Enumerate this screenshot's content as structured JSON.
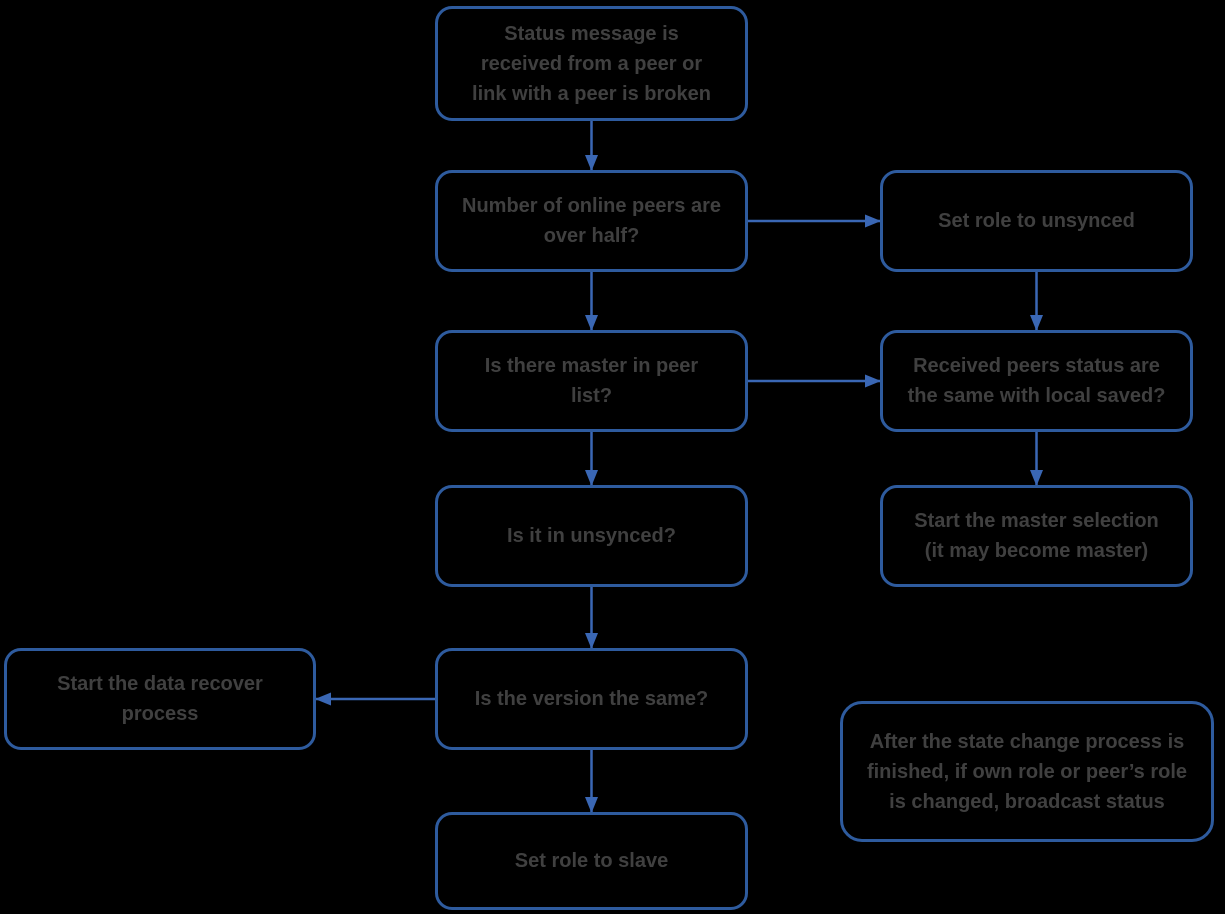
{
  "diagram": {
    "background_color": "#000000",
    "node_border_color": "#2e5b9e",
    "node_fill_color": "#000000",
    "arrow_color": "#3a67b4",
    "text_color": "#404040",
    "nodes": {
      "status_received": {
        "label": "Status message is received from a peer or link with a peer is broken"
      },
      "peers_over_half": {
        "label": "Number of online peers are over half?"
      },
      "set_role_unsynced": {
        "label": "Set role to unsynced"
      },
      "master_in_list": {
        "label": "Is there master in peer list?"
      },
      "peers_status_same": {
        "label": "Received peers status are the same with local saved?"
      },
      "in_unsynced": {
        "label": "Is it in unsynced?"
      },
      "start_master_selection": {
        "label": "Start the master selection (it may become master)"
      },
      "version_same": {
        "label": "Is the version the same?"
      },
      "start_data_recover": {
        "label": "Start the data recover process"
      },
      "set_role_slave": {
        "label": "Set role to slave"
      },
      "broadcast_note": {
        "label": "After the state change process is finished, if own role or peer’s role is changed, broadcast status"
      }
    },
    "edges": [
      {
        "from": "status_received",
        "from_side": "bottom",
        "to": "peers_over_half",
        "to_side": "top"
      },
      {
        "from": "peers_over_half",
        "from_side": "right",
        "to": "set_role_unsynced",
        "to_side": "left"
      },
      {
        "from": "peers_over_half",
        "from_side": "bottom",
        "to": "master_in_list",
        "to_side": "top"
      },
      {
        "from": "set_role_unsynced",
        "from_side": "bottom",
        "to": "peers_status_same",
        "to_side": "top"
      },
      {
        "from": "master_in_list",
        "from_side": "right",
        "to": "peers_status_same",
        "to_side": "left"
      },
      {
        "from": "master_in_list",
        "from_side": "bottom",
        "to": "in_unsynced",
        "to_side": "top"
      },
      {
        "from": "peers_status_same",
        "from_side": "bottom",
        "to": "start_master_selection",
        "to_side": "top"
      },
      {
        "from": "in_unsynced",
        "from_side": "bottom",
        "to": "version_same",
        "to_side": "top"
      },
      {
        "from": "version_same",
        "from_side": "left",
        "to": "start_data_recover",
        "to_side": "right"
      },
      {
        "from": "version_same",
        "from_side": "bottom",
        "to": "set_role_slave",
        "to_side": "top"
      }
    ]
  }
}
